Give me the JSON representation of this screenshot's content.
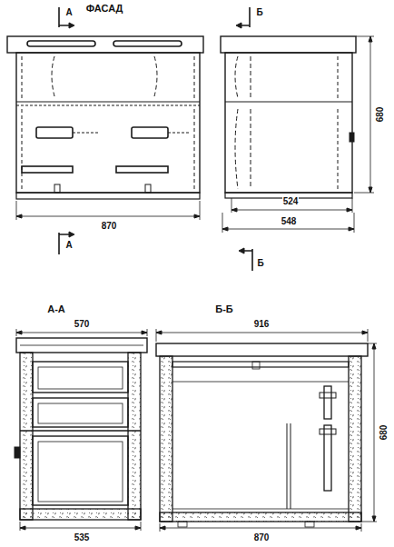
{
  "diagram": {
    "labels": [
      "ФАСАД",
      "А",
      "Б",
      "680",
      "524",
      "548",
      "870",
      "А",
      "Б",
      "А-А",
      "Б-Б",
      "570",
      "916",
      "680",
      "535",
      "870"
    ]
  }
}
